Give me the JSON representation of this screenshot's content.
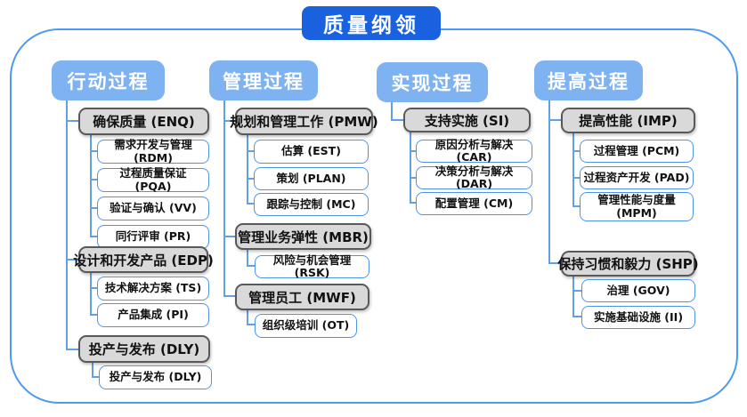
{
  "title": "质量纲领",
  "colors": {
    "title_bg": "#1961de",
    "header_bg": "#7eb2f0",
    "group_fill": "#d9d9d9",
    "group_border": "#595959",
    "leaf_border": "#4d94e8",
    "connector": "#5fa0e8",
    "container_border": "#4d9af0"
  },
  "columns": [
    {
      "header": "行动过程",
      "groups": [
        {
          "label": "确保质量 (ENQ)",
          "items": [
            "需求开发与管理 (RDM)",
            "过程质量保证 (PQA)",
            "验证与确认 (VV)",
            "同行评审 (PR)"
          ]
        },
        {
          "label": "设计和开发产品 (EDP)",
          "items": [
            "技术解决方案 (TS)",
            "产品集成 (PI)"
          ]
        },
        {
          "label": "投产与发布 (DLY)",
          "items": [
            "投产与发布 (DLY)"
          ]
        }
      ]
    },
    {
      "header": "管理过程",
      "groups": [
        {
          "label": "规划和管理工作 (PMW)",
          "items": [
            "估算 (EST)",
            "策划 (PLAN)",
            "跟踪与控制 (MC)"
          ]
        },
        {
          "label": "管理业务弹性 (MBR)",
          "items": [
            "风险与机会管理 (RSK)"
          ]
        },
        {
          "label": "管理员工 (MWF)",
          "items": [
            "组织级培训 (OT)"
          ]
        }
      ]
    },
    {
      "header": "实现过程",
      "groups": [
        {
          "label": "支持实施 (SI)",
          "items": [
            "原因分析与解决 (CAR)",
            "决策分析与解决 (DAR)",
            "配置管理 (CM)"
          ]
        }
      ]
    },
    {
      "header": "提高过程",
      "groups": [
        {
          "label": "提高性能 (IMP)",
          "items": [
            "过程管理 (PCM)",
            "过程资产开发 (PAD)",
            "管理性能与度量 (MPM)"
          ]
        },
        {
          "label": "保持习惯和毅力 (SHP)",
          "items": [
            "治理 (GOV)",
            "实施基础设施 (II)"
          ]
        }
      ]
    }
  ]
}
